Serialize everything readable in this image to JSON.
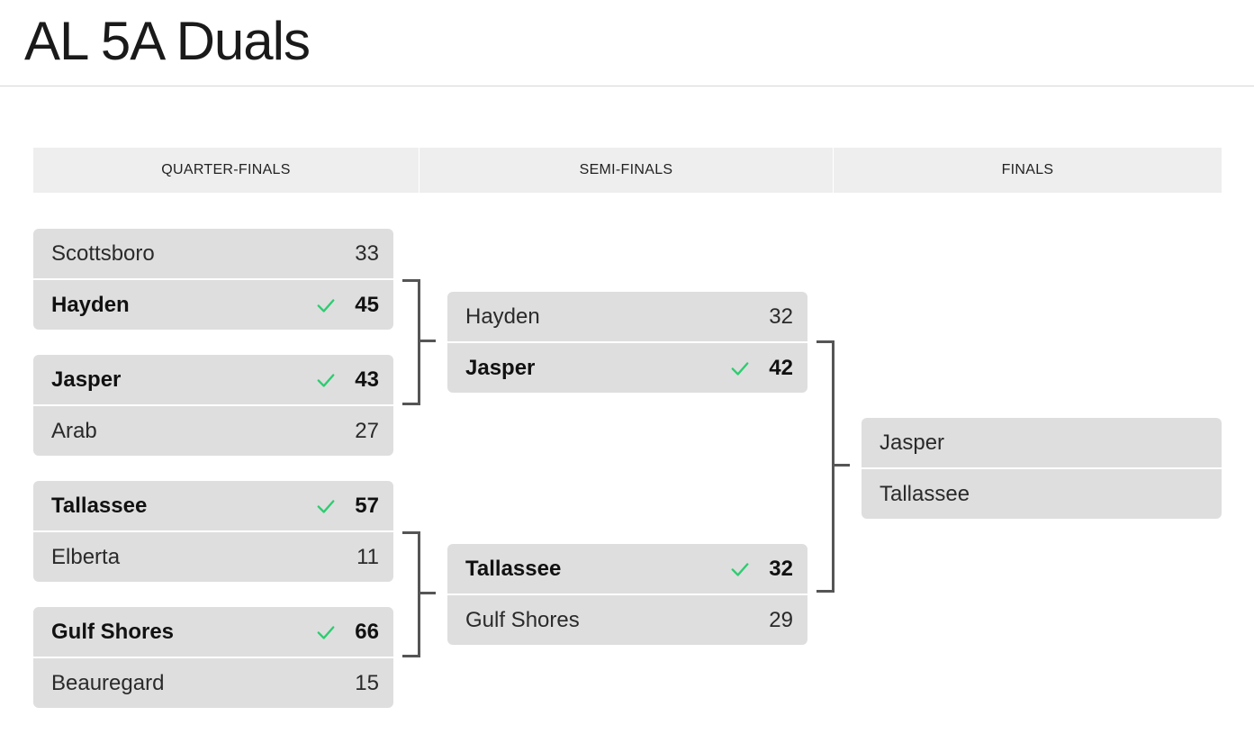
{
  "title": "AL 5A Duals",
  "colors": {
    "winner_check": "#2ecc71",
    "row_bg": "#dedede",
    "header_bg": "#eeeeee",
    "connector": "#555555"
  },
  "rounds": [
    {
      "label": "QUARTER-FINALS"
    },
    {
      "label": "SEMI-FINALS"
    },
    {
      "label": "FINALS"
    }
  ],
  "quarterfinals": [
    {
      "team1": {
        "name": "Scottsboro",
        "score": "33",
        "winner": false
      },
      "team2": {
        "name": "Hayden",
        "score": "45",
        "winner": true
      }
    },
    {
      "team1": {
        "name": "Jasper",
        "score": "43",
        "winner": true
      },
      "team2": {
        "name": "Arab",
        "score": "27",
        "winner": false
      }
    },
    {
      "team1": {
        "name": "Tallassee",
        "score": "57",
        "winner": true
      },
      "team2": {
        "name": "Elberta",
        "score": "11",
        "winner": false
      }
    },
    {
      "team1": {
        "name": "Gulf Shores",
        "score": "66",
        "winner": true
      },
      "team2": {
        "name": "Beauregard",
        "score": "15",
        "winner": false
      }
    }
  ],
  "semifinals": [
    {
      "team1": {
        "name": "Hayden",
        "score": "32",
        "winner": false
      },
      "team2": {
        "name": "Jasper",
        "score": "42",
        "winner": true
      }
    },
    {
      "team1": {
        "name": "Tallassee",
        "score": "32",
        "winner": true
      },
      "team2": {
        "name": "Gulf Shores",
        "score": "29",
        "winner": false
      }
    }
  ],
  "finals": [
    {
      "team1": {
        "name": "Jasper",
        "score": "",
        "winner": false
      },
      "team2": {
        "name": "Tallassee",
        "score": "",
        "winner": false
      }
    }
  ]
}
